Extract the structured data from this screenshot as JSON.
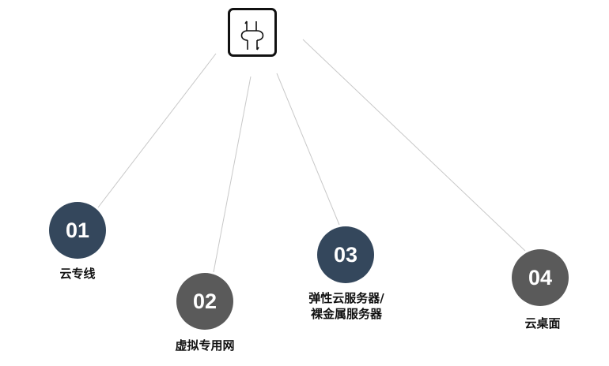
{
  "hub": {
    "icon": "exchange-loop-icon"
  },
  "colors": {
    "navy": "#34475c",
    "gray": "#5a5a5a",
    "line": "#c8c8c8"
  },
  "nodes": [
    {
      "number": "01",
      "label": "云专线",
      "color": "#34475c"
    },
    {
      "number": "02",
      "label": "虚拟专用网",
      "color": "#5a5a5a"
    },
    {
      "number": "03",
      "label_line1": "弹性云服务器/",
      "label_line2": "裸金属服务器",
      "color": "#34475c"
    },
    {
      "number": "04",
      "label": "云桌面",
      "color": "#5a5a5a"
    }
  ]
}
